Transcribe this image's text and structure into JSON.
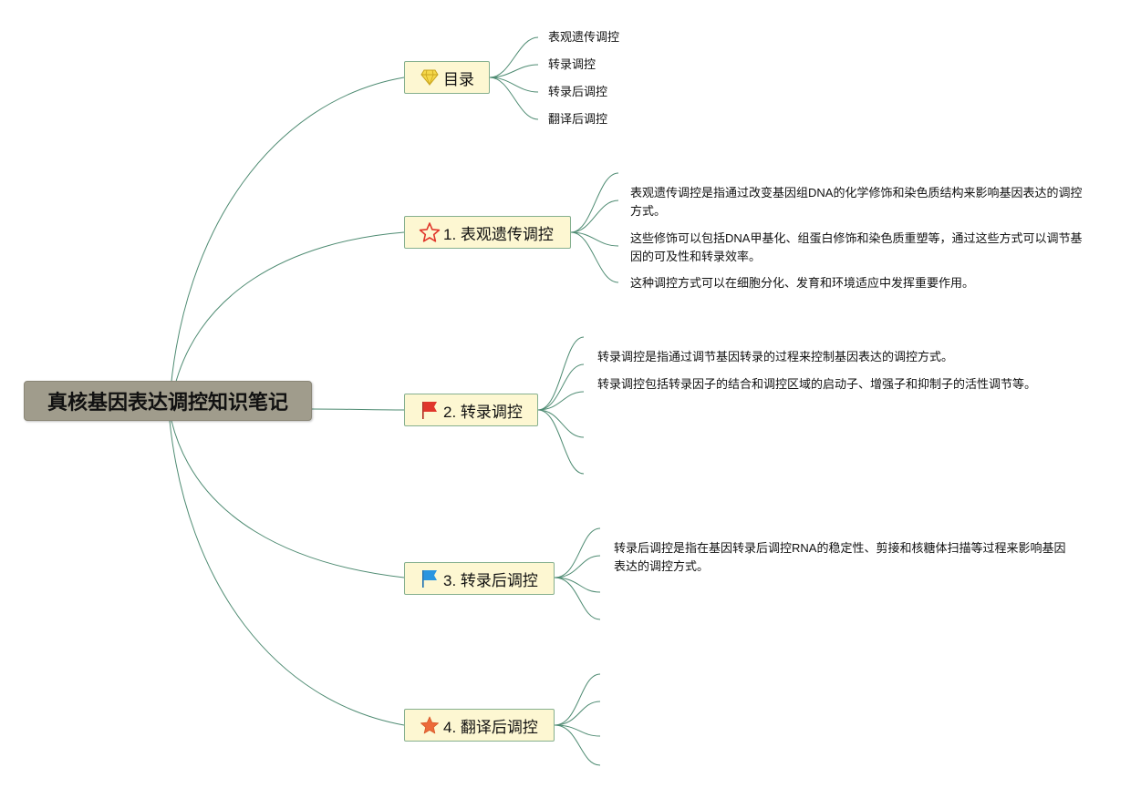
{
  "root": {
    "title": "真核基因表达调控知识笔记"
  },
  "branches": [
    {
      "label": "目录",
      "icon": "gem-icon",
      "children": [
        "表观遗传调控",
        "转录调控",
        "转录后调控",
        "翻译后调控"
      ]
    },
    {
      "label": "1. 表观遗传调控",
      "icon": "star-outline-icon",
      "children": [
        "表观遗传调控是指通过改变基因组DNA的化学修饰和染色质结构来影响基因表达的调控方式。",
        "这些修饰可以包括DNA甲基化、组蛋白修饰和染色质重塑等，通过这些方式可以调节基因的可及性和转录效率。",
        "这种调控方式可以在细胞分化、发育和环境适应中发挥重要作用。"
      ]
    },
    {
      "label": "2. 转录调控",
      "icon": "red-flag-icon",
      "children": [
        "转录调控是指通过调节基因转录的过程来控制基因表达的调控方式。",
        "转录调控包括转录因子的结合和调控区域的启动子、增强子和抑制子的活性调节等。"
      ]
    },
    {
      "label": "3. 转录后调控",
      "icon": "blue-flag-icon",
      "children": [
        "转录后调控是指在基因转录后调控RNA的稳定性、剪接和核糖体扫描等过程来影响基因表达的调控方式。"
      ]
    },
    {
      "label": "4. 翻译后调控",
      "icon": "orange-star-icon",
      "children": []
    }
  ],
  "colors": {
    "line": "#4e8b72",
    "branch_fill": "#fdf7d2",
    "root_fill": "#a09c8c"
  }
}
